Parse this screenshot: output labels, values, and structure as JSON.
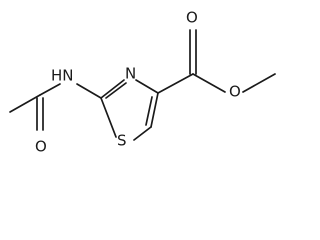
{
  "molecule": {
    "atom_labels": {
      "amide_nitrogen": "HN",
      "thiazole_nitrogen": "N",
      "sulfur": "S",
      "amide_oxygen": "O",
      "ester_carbonyl_oxygen": "O",
      "ester_ether_oxygen": "O"
    }
  },
  "colors": {
    "bond": "#1a1a1a",
    "label": "#1a1a1a",
    "background": "#ffffff"
  }
}
